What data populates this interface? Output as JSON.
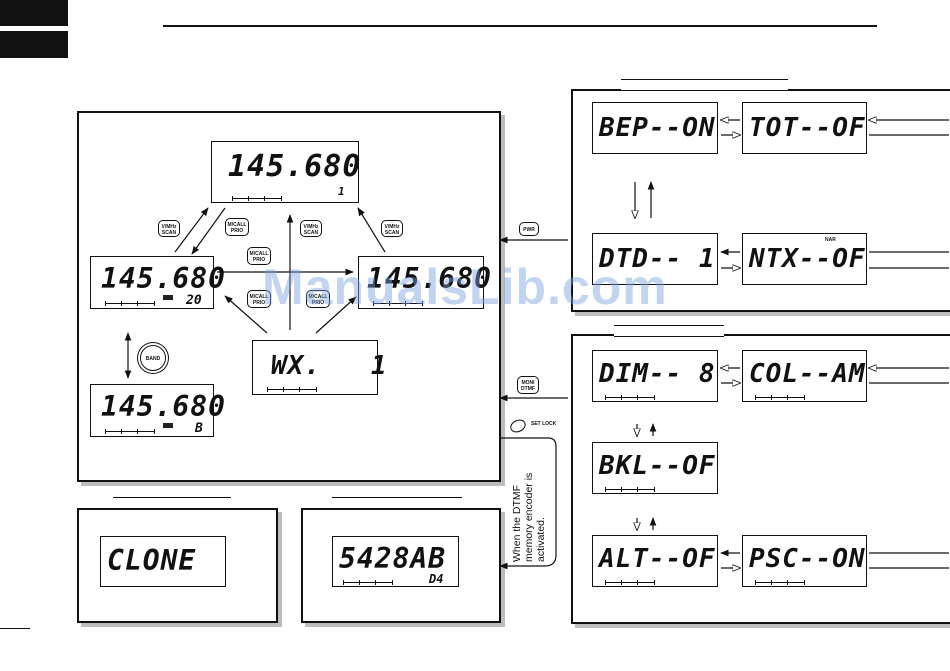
{
  "displays": {
    "top": "145.680",
    "top_sub": "1",
    "left": "145.680",
    "left_sub": "20",
    "right": "145.680",
    "right_sub": "",
    "bottom_left": "145.680",
    "bottom_left_sub": "B",
    "wx": "WX.   1",
    "clone": "CLONE",
    "dtmf": "5428AB",
    "dtmf_sub": "D4",
    "bep": "BEP--ON",
    "tot": "TOT--OF",
    "dtd": "DTD-- 1",
    "ntx": "NTX--OF",
    "ntx_tag": "NAR",
    "dim": "DIM-- 8",
    "col": "COL--AM",
    "bkl": "BKL--OF",
    "alt": "ALT--OF",
    "psc": "PSC--ON"
  },
  "keys": {
    "vmhz_scan": "V/MHz\nSCAN",
    "mcall_prio": "M/CALL\nPRIO",
    "pwr": "PWR",
    "moni_dtmf": "MONI\nDTMF",
    "band": "BAND",
    "set_lock": "SET LOCK"
  },
  "note": "When the DTMF\nmemory encoder is\nactivated.",
  "watermark": "ManualsLib.com"
}
